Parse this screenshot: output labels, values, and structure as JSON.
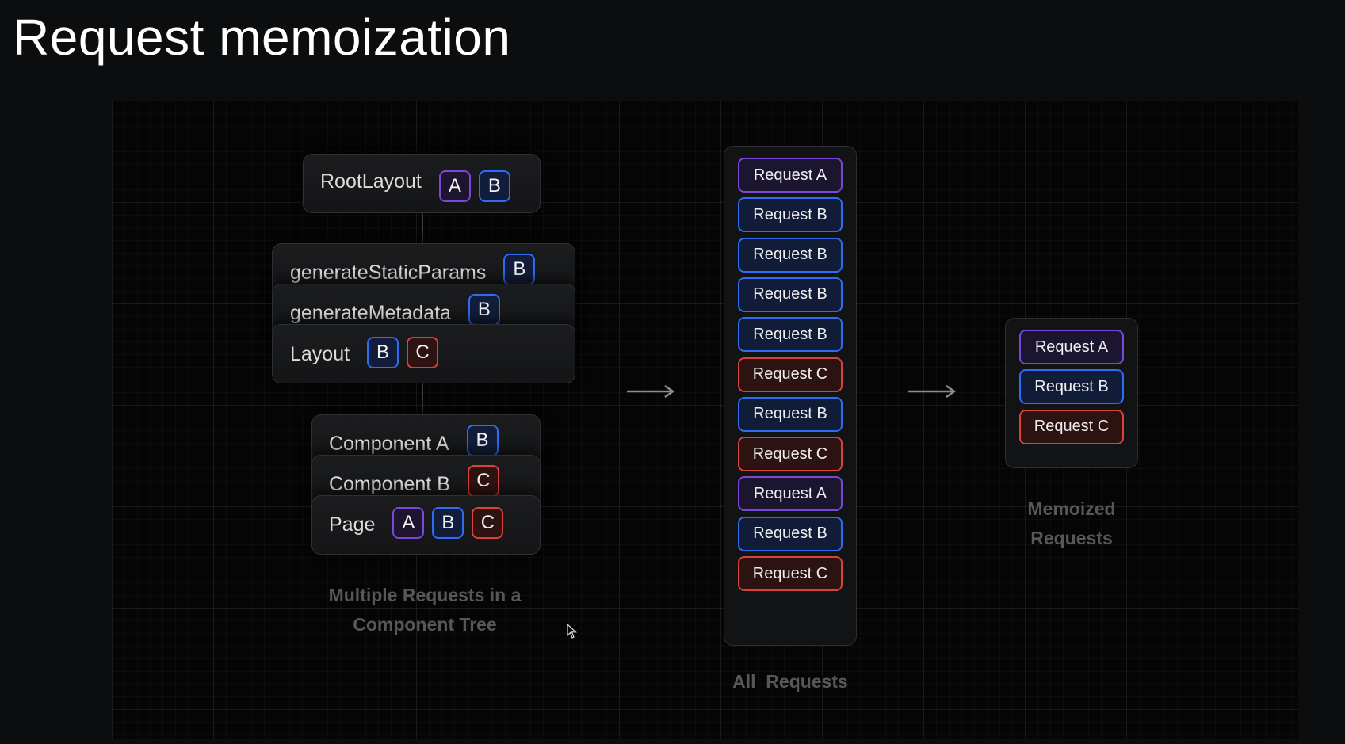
{
  "title": "Request memoization",
  "tree": {
    "root": {
      "label": "RootLayout",
      "chips": [
        "A",
        "B"
      ]
    },
    "group1": [
      {
        "label": "generateStaticParams",
        "chips": [
          "B"
        ]
      },
      {
        "label": "generateMetadata",
        "chips": [
          "B"
        ]
      },
      {
        "label": "Layout",
        "chips": [
          "B",
          "C"
        ]
      }
    ],
    "group2": [
      {
        "label": "Component A",
        "chips": [
          "B"
        ]
      },
      {
        "label": "Component B",
        "chips": [
          "C"
        ]
      },
      {
        "label": "Page",
        "chips": [
          "A",
          "B",
          "C"
        ]
      }
    ],
    "caption_line1": "Multiple Requests in a",
    "caption_line2": "Component Tree"
  },
  "all_requests": {
    "items": [
      {
        "label": "Request A",
        "key": "A"
      },
      {
        "label": "Request B",
        "key": "B"
      },
      {
        "label": "Request B",
        "key": "B"
      },
      {
        "label": "Request B",
        "key": "B"
      },
      {
        "label": "Request B",
        "key": "B"
      },
      {
        "label": "Request C",
        "key": "C"
      },
      {
        "label": "Request B",
        "key": "B"
      },
      {
        "label": "Request C",
        "key": "C"
      },
      {
        "label": "Request A",
        "key": "A"
      },
      {
        "label": "Request B",
        "key": "B"
      },
      {
        "label": "Request C",
        "key": "C"
      }
    ],
    "caption": "All  Requests"
  },
  "memoized": {
    "items": [
      {
        "label": "Request A",
        "key": "A"
      },
      {
        "label": "Request B",
        "key": "B"
      },
      {
        "label": "Request C",
        "key": "C"
      }
    ],
    "caption_line1": "Memoized",
    "caption_line2": "Requests"
  },
  "colors": {
    "A": "#7b47d6",
    "B": "#2f6cf0",
    "C": "#d9413b"
  }
}
